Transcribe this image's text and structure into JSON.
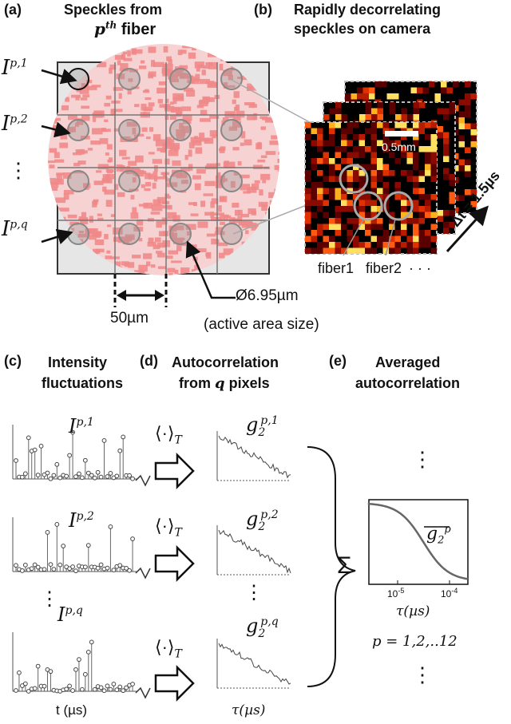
{
  "panel_a": {
    "label": "(a)",
    "title_line1": "Speckles from",
    "title_line2": "p",
    "title_sup": "th",
    "title_suffix": " fiber",
    "I_p1": "I",
    "I_p1_sup": "p,1",
    "I_p2": "I",
    "I_p2_sup": "p,2",
    "I_dots": "⋮",
    "I_pq": "I",
    "I_pq_sup": "p,q",
    "pitch_label": "50µm",
    "diameter_label": "Ø6.95µm",
    "active_area_label": "(active area size)"
  },
  "panel_b": {
    "label": "(b)",
    "title_line1": "Rapidly decorrelating",
    "title_line2": "speckles on camera",
    "scale_label": "0.5mm",
    "fiber1_label": "fiber1",
    "fiber2_label": "fiber2",
    "ellipsis": "· · ·",
    "dt_label": "Δt = 1.5µs"
  },
  "panel_c": {
    "label": "(c)",
    "title_line1": "Intensity",
    "title_line2": "fluctuations",
    "trace1": "I",
    "trace1_sup": "p,1",
    "trace2": "I",
    "trace2_sup": "p,2",
    "dots": "⋮",
    "trace3": "I",
    "trace3_sup": "p,q",
    "xlabel": "t (µs)"
  },
  "panel_d": {
    "label": "(d)",
    "title_line1": "Autocorrelation",
    "title_line2_a": "from ",
    "title_line2_q": "q",
    "title_line2_b": " pixels",
    "operator": "⟨·⟩",
    "operator_sub": "T",
    "g1": "g",
    "g1_sub": "2",
    "g1_sup": "p,1",
    "g2": "g",
    "g2_sub": "2",
    "g2_sup": "p,2",
    "dots": "⋮",
    "g3": "g",
    "g3_sub": "2",
    "g3_sup": "p,q",
    "xlabel": "τ(µs)"
  },
  "panel_e": {
    "label": "(e)",
    "title_line1": "Averaged",
    "title_line2": "autocorrelation",
    "sum_symbol": "Σ",
    "dots_top": "⋮",
    "dots_bottom": "⋮",
    "curve_label": "g",
    "curve_sub": "2",
    "curve_sup": "p",
    "tick1": "10",
    "tick1_exp": "-5",
    "tick2": "10",
    "tick2_exp": "-4",
    "xlabel": "τ(µs)",
    "p_range": "p = 1,2,..12"
  },
  "colors": {
    "speckle": "#f08a8a",
    "grid_bg": "#e6e6e6",
    "camera_bg": "#000000",
    "hot": "#e02000"
  }
}
